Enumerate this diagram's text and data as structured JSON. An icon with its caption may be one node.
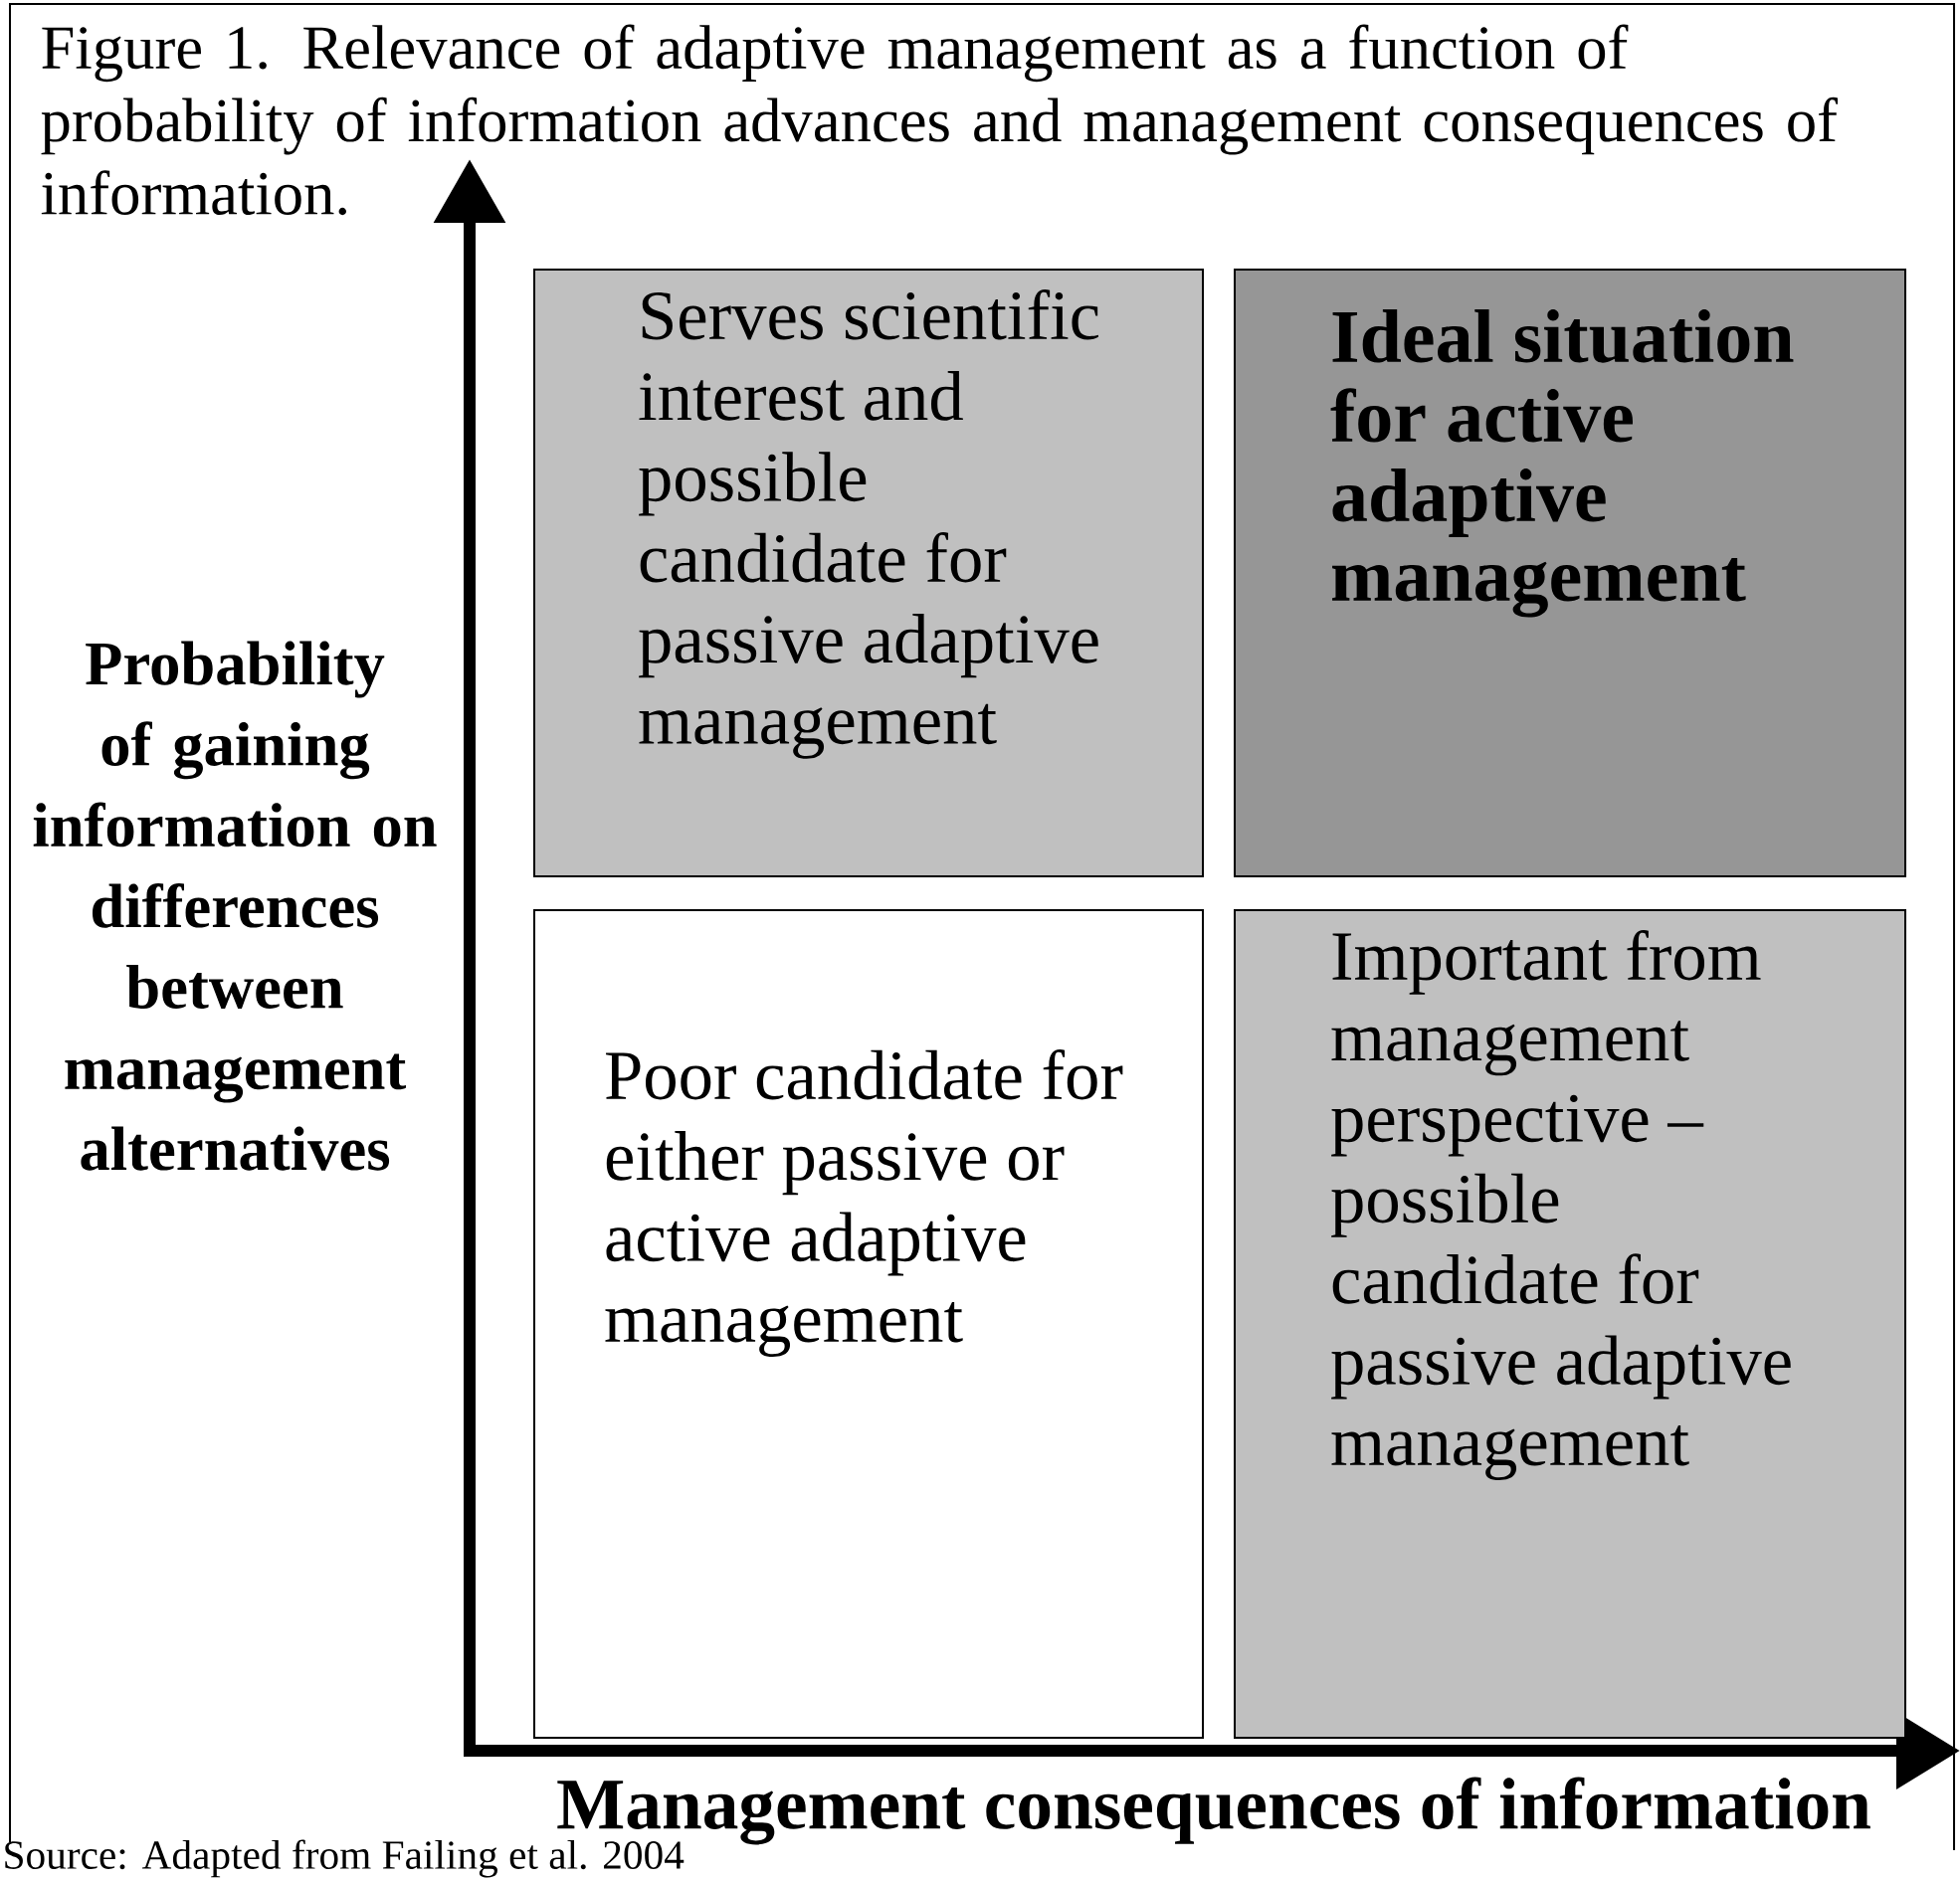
{
  "diagram": {
    "title": "Figure 1.  Relevance of adaptive management as a function of probability of information advances and management consequences of information.",
    "nodes": [
      {
        "text": [
          "Serves scientific interest and possible candidate for passive adaptive management"
        ]
      },
      {
        "text": [
          "Ideal situation for active adaptive management"
        ]
      },
      {
        "text": [
          "Poor candidate for either passive or active adaptive management"
        ]
      },
      {
        "text": [
          "Important from management perspective – possible candidate for passive adaptive management"
        ]
      }
    ],
    "labels": [
      "Probability of gaining information on differences between management alternatives",
      "Management consequences of information",
      "Source: Adapted from Failing et al. 2004"
    ]
  }
}
